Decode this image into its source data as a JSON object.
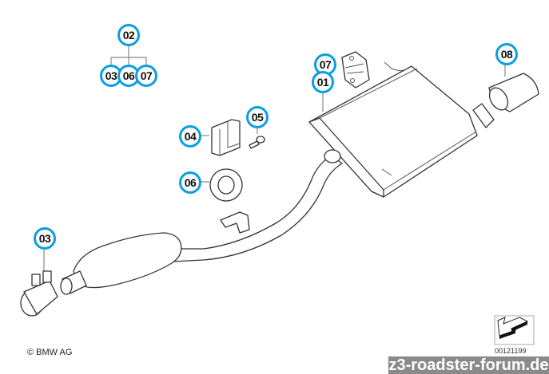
{
  "callouts": {
    "c02_top": "02",
    "c03_group": "03",
    "c06_group": "06",
    "c07_group": "07",
    "c07_bracket": "07",
    "c01_rear_silencer": "01",
    "c08_tailpipe": "08",
    "c05_bolt": "05",
    "c04_clamp_bracket": "04",
    "c06_rubber_mount": "06",
    "c03_clamp": "03"
  },
  "copyright": "© BMW AG",
  "drawing_number": "00121199",
  "watermark": "z3-roadster-forum.de",
  "colors": {
    "callout_ring": "#0a9fe0",
    "watermark_bg": "#8a8a8a"
  }
}
